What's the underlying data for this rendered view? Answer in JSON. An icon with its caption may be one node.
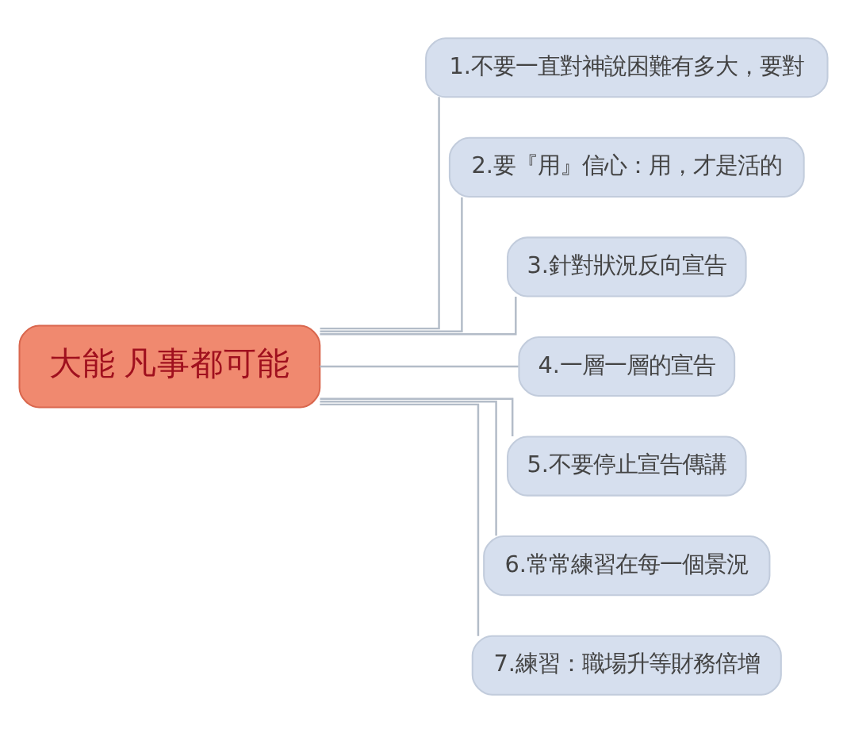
{
  "diagram": {
    "nodes": [
      {
        "text": [
          "大能 凡事都可能"
        ]
      },
      {
        "text": [
          "1.不要一直對神說困難有多大，要對"
        ]
      },
      {
        "text": [
          "2.要『用』信心：用，才是活的"
        ]
      },
      {
        "text": [
          "3.針對狀況反向宣告"
        ]
      },
      {
        "text": [
          "4.一層一層的宣告"
        ]
      },
      {
        "text": [
          "5.不要停止宣告傳講"
        ]
      },
      {
        "text": [
          "6.常常練習在每一個景況"
        ]
      },
      {
        "text": [
          "7.練習：職場升等財務倍增"
        ]
      }
    ],
    "edges": [
      {
        "from": 0,
        "to": 1,
        "arrow": "none"
      },
      {
        "from": 0,
        "to": 2,
        "arrow": "none"
      },
      {
        "from": 0,
        "to": 3,
        "arrow": "none"
      },
      {
        "from": 0,
        "to": 4,
        "arrow": "none"
      },
      {
        "from": 0,
        "to": 5,
        "arrow": "none"
      },
      {
        "from": 0,
        "to": 6,
        "arrow": "none"
      },
      {
        "from": 0,
        "to": 7,
        "arrow": "none"
      }
    ]
  }
}
